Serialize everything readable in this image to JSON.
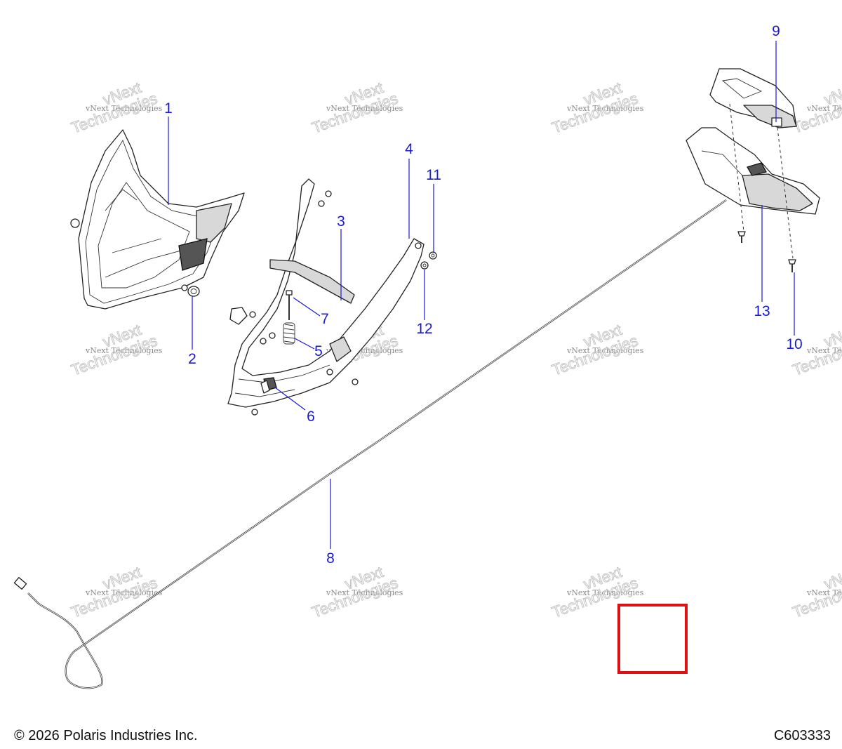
{
  "callouts": [
    "1",
    "2",
    "3",
    "4",
    "5",
    "6",
    "7",
    "8",
    "9",
    "10",
    "11",
    "12",
    "13"
  ],
  "watermark": {
    "line1": "vNext Technologies",
    "line2": "Technologies",
    "line3": "vNext"
  },
  "footer": {
    "copyright": "© 2026 Polaris Industries Inc.",
    "code": "C603333"
  },
  "colors": {
    "callout": "#1a1ad0",
    "highlight": "#e01010"
  }
}
